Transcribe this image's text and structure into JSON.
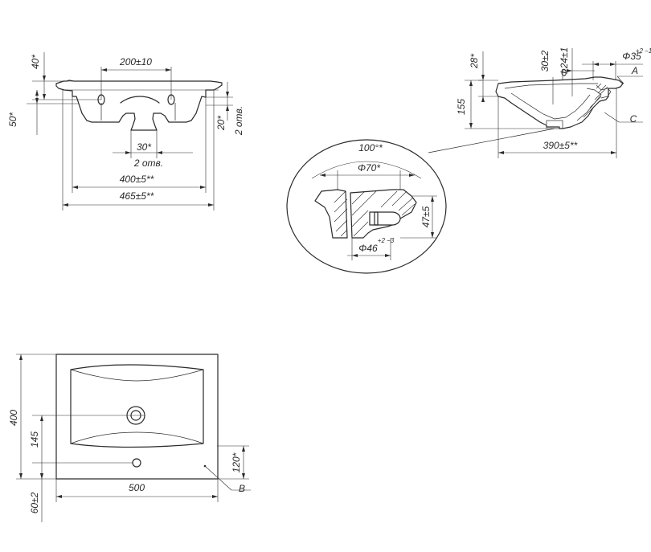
{
  "front_view": {
    "dims": {
      "spacing": "200±10",
      "top_offset": "40*",
      "front_height": "50*",
      "hole_depth": "20*",
      "holes_count": "2 отв.",
      "angle": "30*",
      "holes_count_bottom": "2 отв.",
      "inner_width": "400±5**",
      "outer_width": "465±5**"
    }
  },
  "side_view": {
    "dims": {
      "top_height": "28*",
      "depth_offset": "30±2",
      "drain_diameter": "Φ24±1",
      "overflow_diameter": "Φ35",
      "overflow_tol": "+2 −1",
      "overall_height": "155",
      "depth": "390±5**",
      "mark_a": "A",
      "mark_c": "C"
    }
  },
  "detail_c": {
    "dims": {
      "angle": "100°*",
      "top_diameter": "Φ70*",
      "height": "47±5",
      "bottom_diameter": "Φ46",
      "bottom_tol": "+2 −3"
    }
  },
  "plan_view": {
    "dims": {
      "depth": "400",
      "drain_offset": "145",
      "hole_offset": "120*",
      "width": "500",
      "edge_offset": "60±2",
      "mark_b": "B"
    }
  }
}
